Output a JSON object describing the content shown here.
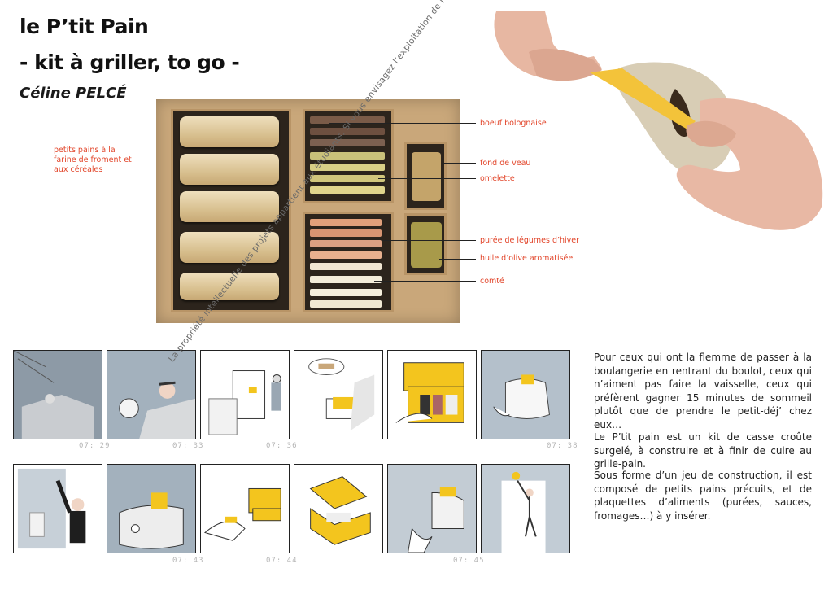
{
  "header": {
    "title_line1": "le P’tit Pain",
    "title_line2": "- kit à griller, to go -",
    "author": "Céline PELCÉ"
  },
  "callouts": {
    "left": "petits pains à la farine de froment et aux céréales",
    "right": [
      "boeuf bolognaise",
      "fond de veau",
      "omelette",
      "purée de légumes d’hiver",
      "huile d’olive aromatisée",
      "comté"
    ]
  },
  "watermark": "La propriété intellectuelle des projets appartient aux étudiants. Si vous envisagez l’exploitation de l’une des créations présentées, merci de nous contacter.",
  "storyboard": {
    "row1_times": [
      "07: 29",
      "07: 33",
      "07: 36",
      "07: 38"
    ],
    "row2_times": [
      "07: 43",
      "07: 44",
      "07: 45"
    ]
  },
  "text": {
    "p1": "Pour ceux qui ont la flemme de passer à la boulangerie en rentrant du boulot, ceux qui n’aiment pas faire la vaisselle, ceux qui préfèrent gagner 15 minutes de sommeil plutôt que de prendre le petit-déj’ chez eux…",
    "p2": "Le P’tit pain est un kit de casse croûte surgelé, à construire et à finir de cuire au grille-pain.",
    "p3": "Sous forme d’un jeu de construction, il est composé de petits pains précuits, et de plaquettes d’aliments (purées, sauces, fromages…) à y insérer."
  },
  "colors": {
    "accent_label": "#e2452a",
    "frame_blue": "#a3b1bd",
    "box_yellow": "#f3c51e"
  }
}
